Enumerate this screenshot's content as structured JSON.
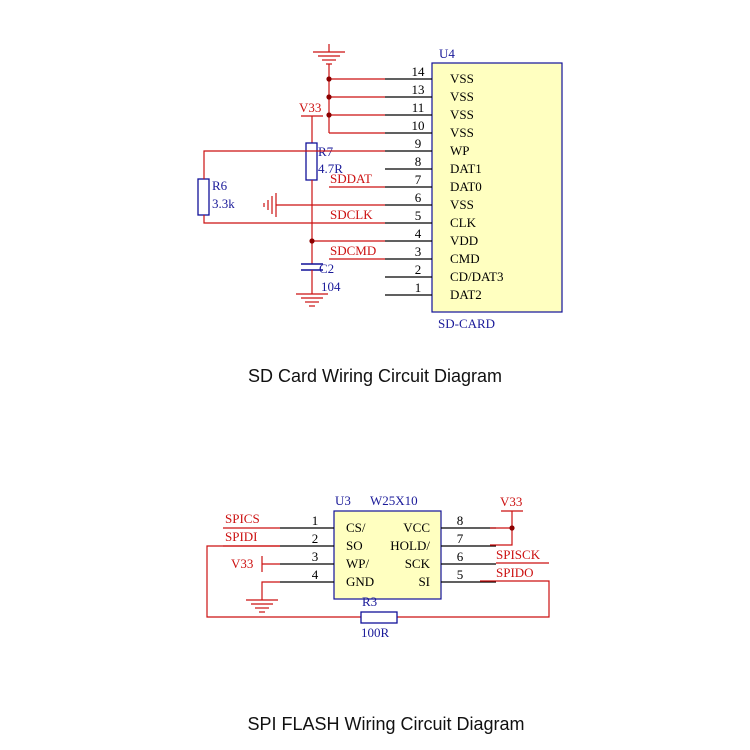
{
  "colors": {
    "wire": "#cc1111",
    "body_stroke": "#111199",
    "body_fill": "#ffffc0",
    "pin": "#000000",
    "ref_text": "#1a1a99",
    "net_text": "#cc1111",
    "caption": "#111111"
  },
  "sd": {
    "ref": "U4",
    "part": "SD-CARD",
    "pins": [
      {
        "num": "14",
        "name": "VSS"
      },
      {
        "num": "13",
        "name": "VSS"
      },
      {
        "num": "11",
        "name": "VSS"
      },
      {
        "num": "10",
        "name": "VSS"
      },
      {
        "num": "9",
        "name": "WP"
      },
      {
        "num": "8",
        "name": "DAT1"
      },
      {
        "num": "7",
        "name": "DAT0"
      },
      {
        "num": "6",
        "name": "VSS"
      },
      {
        "num": "5",
        "name": "CLK"
      },
      {
        "num": "4",
        "name": "VDD"
      },
      {
        "num": "3",
        "name": "CMD"
      },
      {
        "num": "2",
        "name": "CD/DAT3"
      },
      {
        "num": "1",
        "name": "DAT2"
      }
    ],
    "power": "V33",
    "r7": {
      "ref": "R7",
      "value": "4.7R"
    },
    "r6": {
      "ref": "R6",
      "value": "3.3k"
    },
    "c2": {
      "ref": "C2",
      "value": "104"
    },
    "nets": {
      "dat": "SDDAT",
      "clk": "SDCLK",
      "cmd": "SDCMD"
    },
    "caption": "SD Card Wiring Circuit Diagram"
  },
  "flash": {
    "ref": "U3",
    "part": "W25X10",
    "pins_left": [
      {
        "num": "1",
        "name": "CS/",
        "net": "SPICS"
      },
      {
        "num": "2",
        "name": "SO",
        "net": "SPIDI"
      },
      {
        "num": "3",
        "name": "WP/",
        "net": "V33"
      },
      {
        "num": "4",
        "name": "GND",
        "net": ""
      }
    ],
    "pins_right": [
      {
        "num": "8",
        "name": "VCC",
        "net": "V33"
      },
      {
        "num": "7",
        "name": "HOLD/",
        "net": ""
      },
      {
        "num": "6",
        "name": "SCK",
        "net": "SPISCK"
      },
      {
        "num": "5",
        "name": "SI",
        "net": "SPIDO"
      }
    ],
    "r3": {
      "ref": "R3",
      "value": "100R"
    },
    "caption": "SPI FLASH Wiring Circuit Diagram"
  }
}
